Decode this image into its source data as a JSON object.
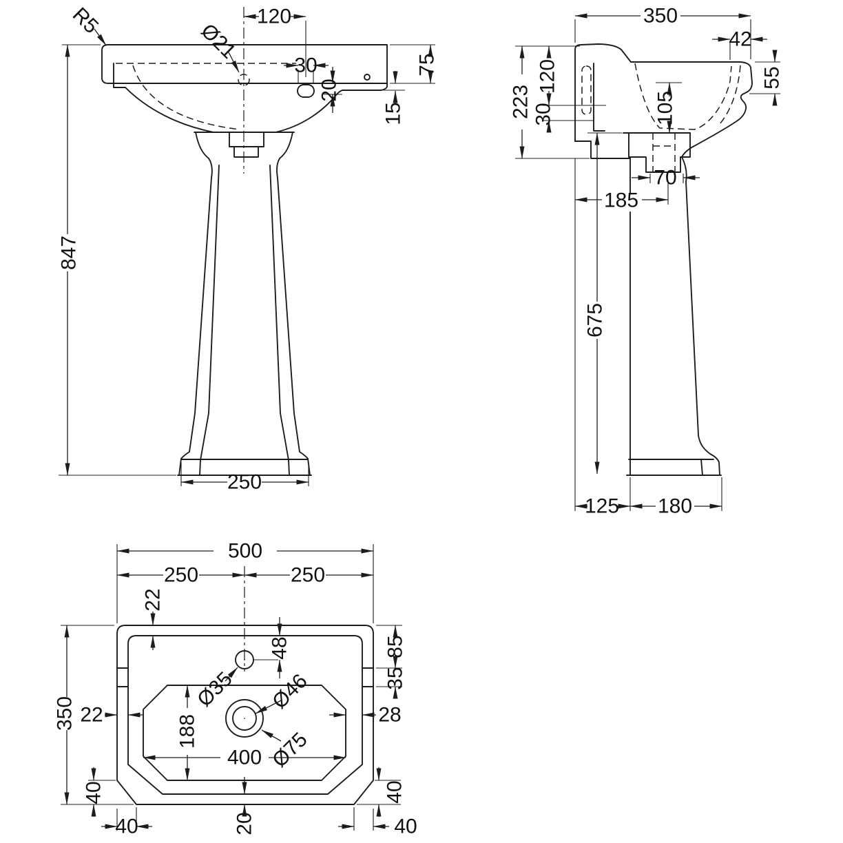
{
  "meta": {
    "background": "#ffffff",
    "line_color": "#1c1c1c",
    "drawing_type": "pedestal basin technical drawing, three orthographic views"
  },
  "front_view": {
    "radius_r5": "R5",
    "dia_taphole": "Ø21",
    "w120": "120",
    "w30": "30",
    "h20": "20",
    "h75": "75",
    "h15": "15",
    "h847": "847",
    "w250": "250"
  },
  "side_view": {
    "w350": "350",
    "w42": "42",
    "h55": "55",
    "h223": "223",
    "h120": "120",
    "h30": "30",
    "h105": "105",
    "w70": "70",
    "w185": "185",
    "h675": "675",
    "w125": "125",
    "w180": "180"
  },
  "plan_view": {
    "w500": "500",
    "w250_left": "250",
    "w250_right": "250",
    "t22": "22",
    "h48": "48",
    "h85": "85",
    "h35": "35",
    "l22": "22",
    "r28": "28",
    "h188": "188",
    "w400": "400",
    "dia_tap": "Ø35",
    "dia_waste_inner": "Ø46",
    "dia_waste_outer": "Ø75",
    "h350": "350",
    "c40_left_v": "40",
    "c40_left_h": "40",
    "c40_right_v": "40",
    "c40_right_h": "40",
    "b20": "20"
  }
}
